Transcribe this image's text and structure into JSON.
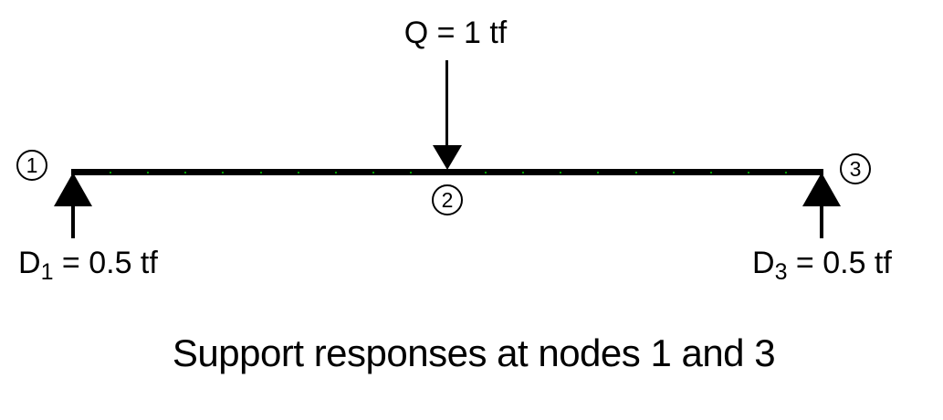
{
  "diagram": {
    "load": {
      "label": "Q = 1 tf"
    },
    "nodes": {
      "node1": "1",
      "node2": "2",
      "node3": "3"
    },
    "reactions": {
      "left": {
        "symbol": "D",
        "subscript": "1",
        "value": " = 0.5 tf"
      },
      "right": {
        "symbol": "D",
        "subscript": "3",
        "value": " = 0.5 tf"
      }
    },
    "caption": "Support responses at nodes 1 and 3",
    "mesh": {
      "segments": 20,
      "dot_skip_center": true
    },
    "colors": {
      "beam": "#000000",
      "mesh_dot": "#00a000",
      "text": "#000000",
      "background": "#ffffff"
    }
  }
}
